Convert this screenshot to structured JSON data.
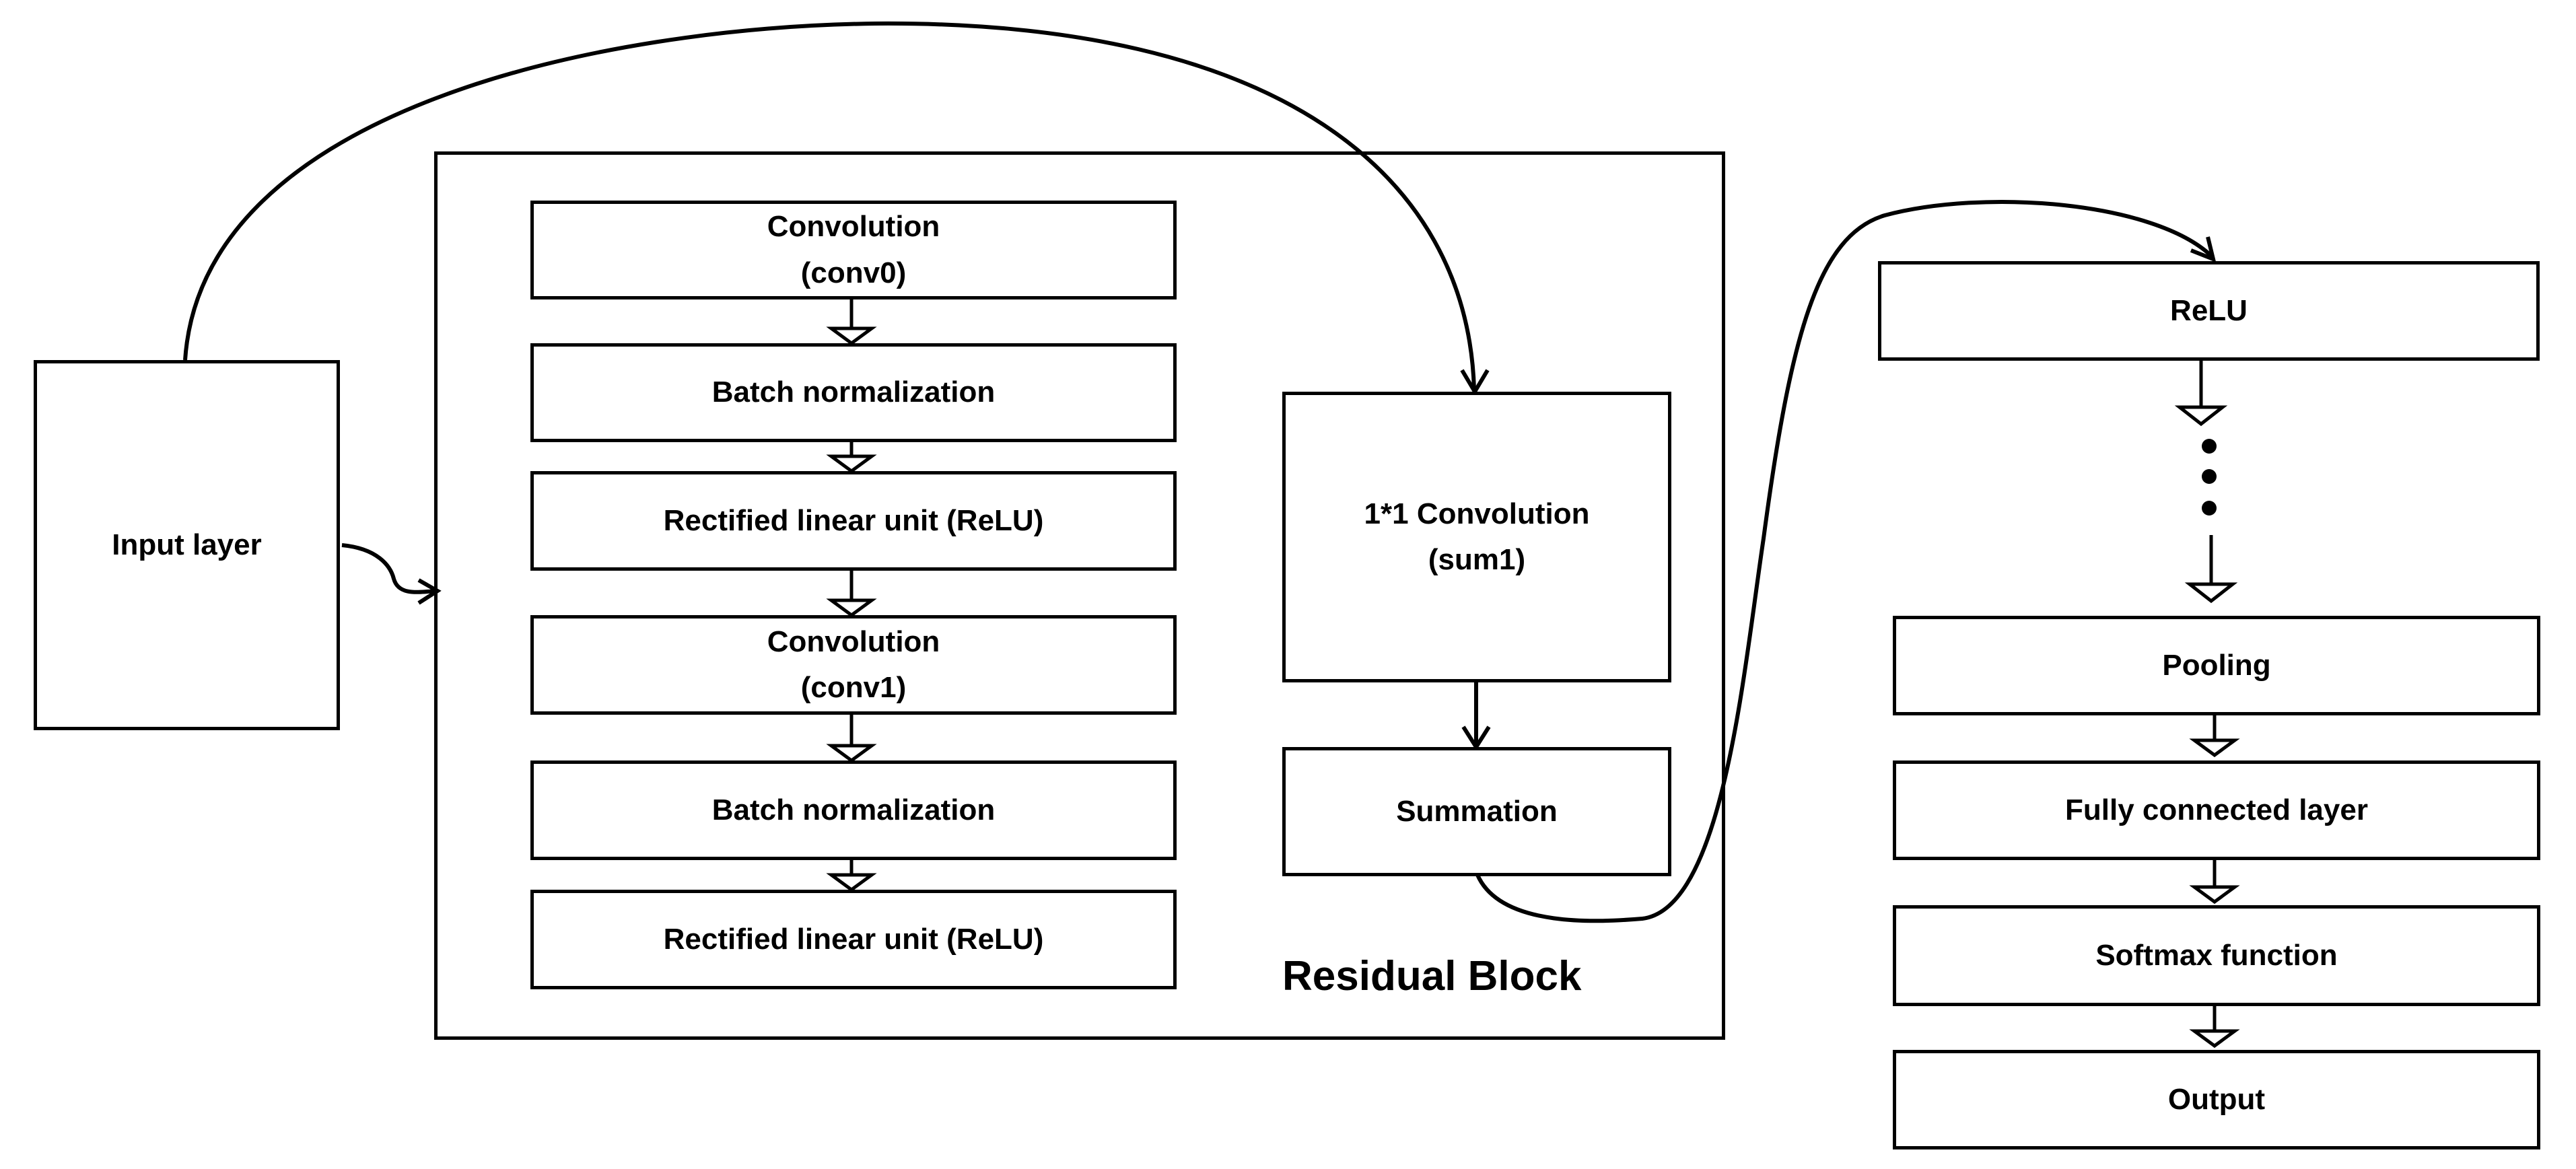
{
  "diagram": {
    "input_layer": "Input layer",
    "residual_block": {
      "title": "Residual Block",
      "left_column": [
        {
          "line1": "Convolution",
          "line2": "(conv0)"
        },
        {
          "line1": "Batch normalization",
          "line2": ""
        },
        {
          "line1": "Rectified linear unit (ReLU)",
          "line2": ""
        },
        {
          "line1": "Convolution",
          "line2": "(conv1)"
        },
        {
          "line1": "Batch normalization",
          "line2": ""
        },
        {
          "line1": "Rectified linear unit (ReLU)",
          "line2": ""
        }
      ],
      "shortcut": {
        "line1": "1*1 Convolution",
        "line2": "(sum1)"
      },
      "summation": "Summation"
    },
    "right_column": {
      "relu": "ReLU",
      "pooling": "Pooling",
      "fully_connected": "Fully connected layer",
      "softmax": "Softmax function",
      "output": "Output"
    }
  }
}
